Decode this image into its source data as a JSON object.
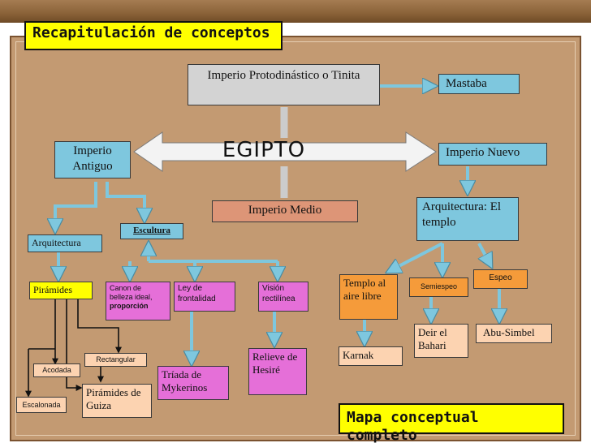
{
  "slide": {
    "title": "Recapitulación de conceptos",
    "footer": "Mapa conceptual completo"
  },
  "nodes": {
    "egipto": "EGIPTO",
    "protodinastico": "Imperio Protodinástico o Tinita",
    "mastaba": "Mastaba",
    "imperio_antiguo": "Imperio Antiguo",
    "imperio_nuevo": "Imperio Nuevo",
    "imperio_medio": "Imperio Medio",
    "arquitectura_templo": "Arquitectura: El templo",
    "escultura": "Escultura",
    "arquitectura": "Arquitectura",
    "piramides": "Pirámides",
    "canon_a": "Canon de belleza ideal, ",
    "canon_b": "proporción",
    "ley_frontalidad": "Ley de frontalidad",
    "vision_rectilinea": "Visión rectilínea",
    "templo_aire_libre": "Templo al aire libre",
    "semiespeo": "Semiespeo",
    "espeo": "Espeo",
    "deir_bahari": "Deir el Bahari",
    "abu_simbel": "Abu-Simbel",
    "karnak": "Karnak",
    "relieve_hesire": "Relieve de Hesiré",
    "triada_mykerinos": "Tríada de Mykerinos",
    "acodada": "Acodada",
    "rectangular": "Rectangular",
    "escalonada": "Escalonada",
    "piramides_guiza": "Pirámides de Guiza"
  },
  "colors": {
    "frame": "#c39a72",
    "arrow": "#7ec7de",
    "dark_arrow": "#111111"
  }
}
